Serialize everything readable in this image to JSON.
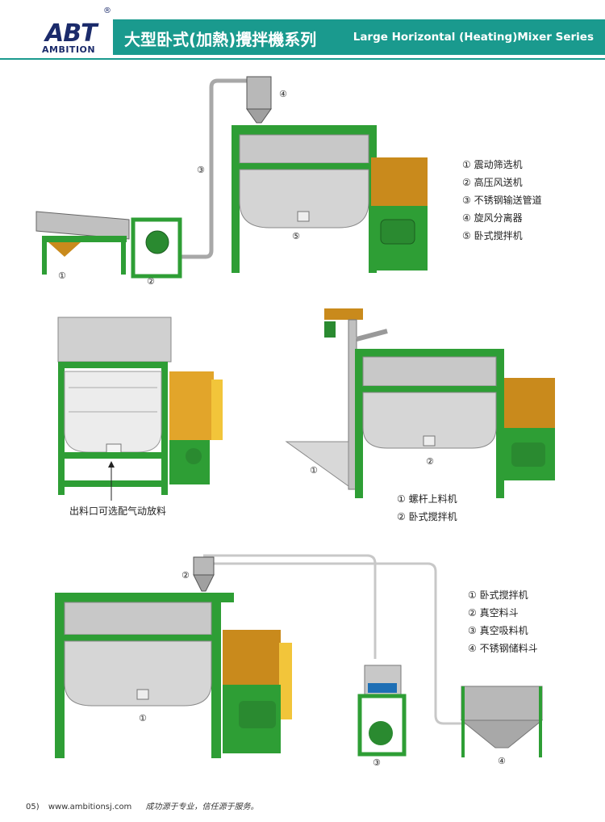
{
  "header": {
    "logo_text": "ABT",
    "logo_sub": "AMBITION",
    "logo_mark": "®",
    "title_cn": "大型卧式(加熱)攪拌機系列",
    "title_en": "Large Horizontal (Heating)Mixer Series"
  },
  "colors": {
    "brand": "#1a9a8e",
    "frame_green": "#2e9e35",
    "drum_grey": "#c8c8c8",
    "motor_orange": "#c98a1c",
    "guard_yellow": "#f2c53a"
  },
  "diagram1": {
    "markers": [
      "①",
      "②",
      "③",
      "④",
      "⑤"
    ],
    "legend": [
      "① 震动筛选机",
      "② 高压风送机",
      "③ 不锈钢输送管道",
      "④ 旋风分离器",
      "⑤ 卧式搅拌机"
    ]
  },
  "diagram2": {
    "caption": "出料口可选配气动放料"
  },
  "diagram3": {
    "markers": [
      "①",
      "②"
    ],
    "legend": [
      "① 螺杆上料机",
      "② 卧式搅拌机"
    ]
  },
  "diagram4": {
    "markers": [
      "①",
      "②",
      "③",
      "④"
    ],
    "legend": [
      "① 卧式搅拌机",
      "② 真空料斗",
      "③ 真空吸料机",
      "④ 不锈钢储料斗"
    ]
  },
  "footer": {
    "page": "05)",
    "website": "www.ambitionsj.com",
    "slogan": "成功源于专业，信任源于服务。"
  }
}
